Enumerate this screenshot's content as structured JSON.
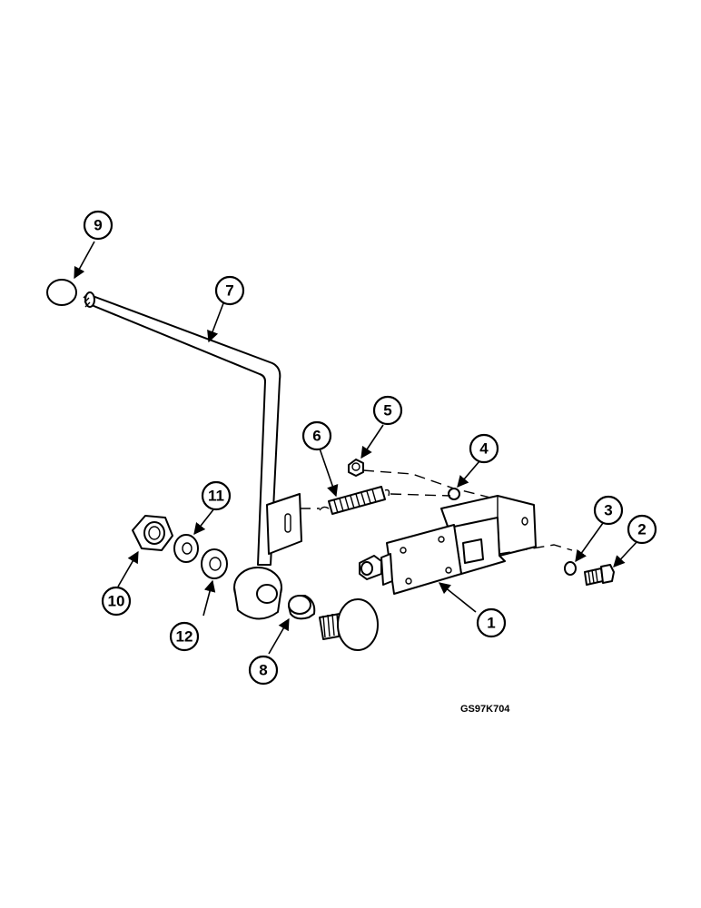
{
  "figure_code": "GS97K704",
  "callouts": {
    "c1": "1",
    "c2": "2",
    "c3": "3",
    "c4": "4",
    "c5": "5",
    "c6": "6",
    "c7": "7",
    "c8": "8",
    "c9": "9",
    "c10": "10",
    "c11": "11",
    "c12": "12"
  }
}
